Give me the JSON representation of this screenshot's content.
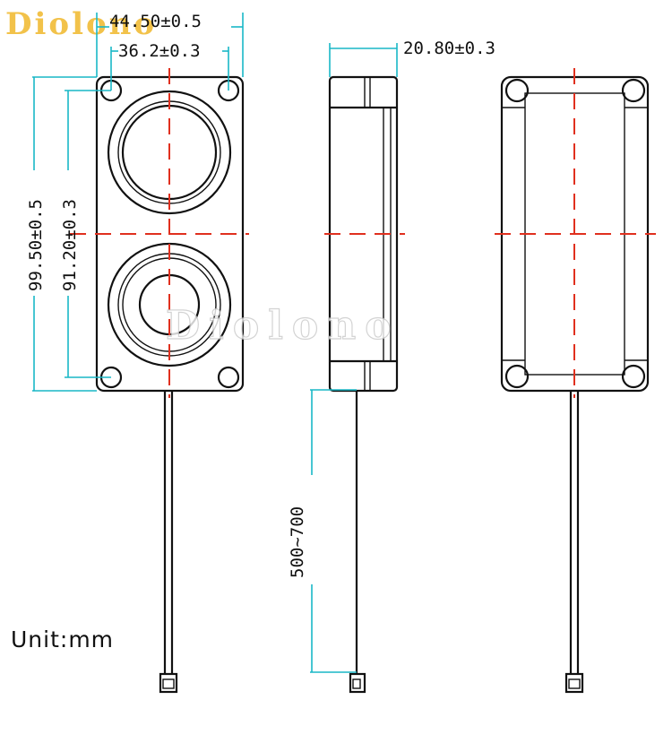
{
  "brand": {
    "logo_text": "Diolono",
    "watermark_text": "Diolono",
    "logo_color": "#f2c24a"
  },
  "dimensions": {
    "overall_width": "44.50±0.5",
    "hole_spacing_width": "36.2±0.3",
    "depth": "20.80±0.3",
    "overall_height": "99.50±0.5",
    "hole_spacing_height": "91.20±0.3",
    "cable_length": "500~700"
  },
  "unit_label": "Unit:mm",
  "colors": {
    "dimension_line": "#19b7c6",
    "center_line": "#e0301e",
    "outline": "#111111"
  }
}
